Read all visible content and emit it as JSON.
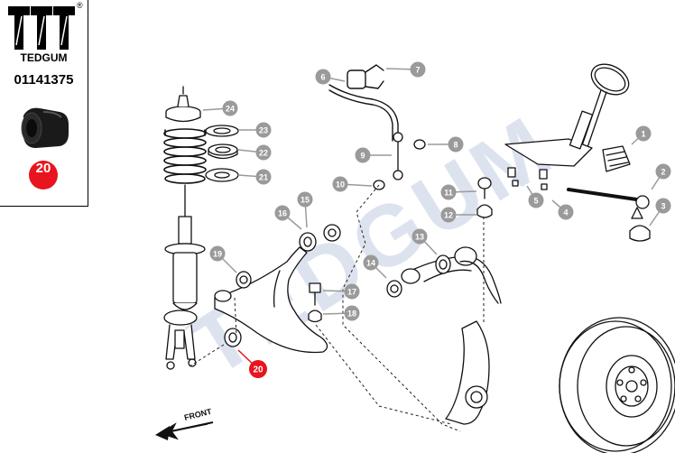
{
  "brand": {
    "name": "TEDGUM",
    "registered": "®",
    "logo_letters": "TTT"
  },
  "part": {
    "number": "01141375",
    "position": "20"
  },
  "watermark": "TEDGUM",
  "diagram": {
    "front_label": "FRONT",
    "callouts": [
      "1",
      "2",
      "3",
      "4",
      "5",
      "6",
      "7",
      "8",
      "9",
      "10",
      "11",
      "12",
      "13",
      "14",
      "15",
      "16",
      "17",
      "18",
      "19",
      "20",
      "21",
      "22",
      "23",
      "24"
    ],
    "highlighted": "20",
    "colors": {
      "callout": "#9a9a9a",
      "highlight": "#e8141e",
      "line": "#111111",
      "watermark": "#dde3ee"
    }
  }
}
